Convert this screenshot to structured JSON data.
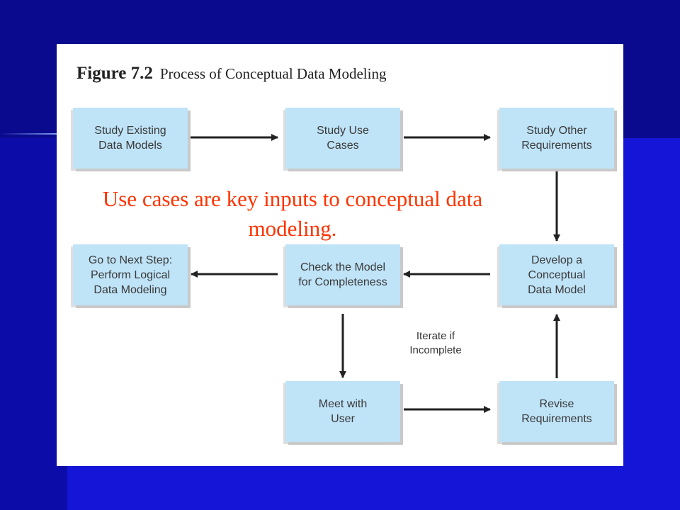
{
  "figure": {
    "number": "Figure 7.2",
    "caption": "Process of Conceptual Data Modeling"
  },
  "boxes": {
    "study_existing": "Study Existing\nData Models",
    "study_use_cases": "Study Use\nCases",
    "study_other": "Study Other\nRequirements",
    "next_step": "Go to Next Step:\nPerform Logical\nData Modeling",
    "check_model": "Check the Model\nfor Completeness",
    "develop_model": "Develop a\nConceptual\nData Model",
    "meet_user": "Meet with\nUser",
    "revise": "Revise\nRequirements"
  },
  "iterate_label": "Iterate if\nIncomplete",
  "note": "Use cases are key inputs to conceptual data modeling.",
  "colors": {
    "box_fill": "#bfe3f7",
    "note_text": "#ff3300",
    "slide_blue": "#1515d8"
  }
}
